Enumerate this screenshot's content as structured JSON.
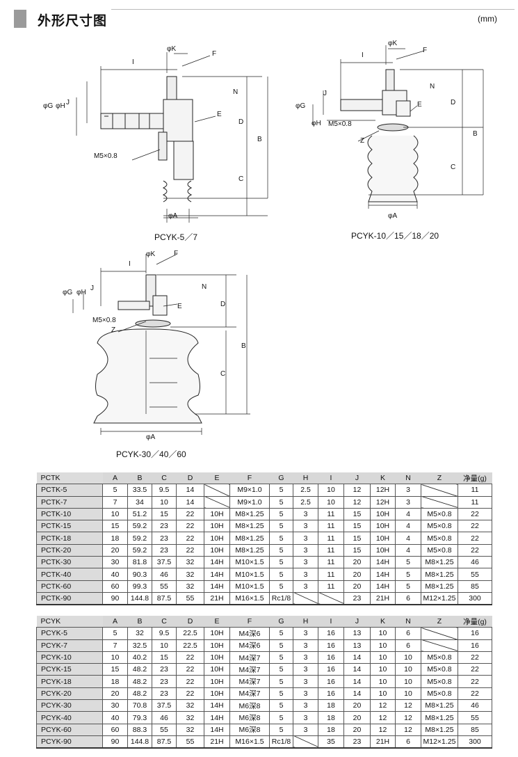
{
  "header": {
    "title": "外形尺寸图",
    "unit": "(mm)"
  },
  "drawings": [
    {
      "caption": "PCYK-5／7",
      "labels": {
        "K": "φK",
        "F": "F",
        "I": "I",
        "N": "N",
        "E": "E",
        "D": "D",
        "B": "B",
        "C": "C",
        "A": "φA",
        "G": "φG",
        "H": "φH",
        "J": "J",
        "M": "M5×0.8"
      }
    },
    {
      "caption": "PCYK-10／15／18／20",
      "labels": {
        "K": "φK",
        "F": "F",
        "I": "I",
        "N": "N",
        "E": "E",
        "D": "D",
        "B": "B",
        "C": "C",
        "A": "φA",
        "G": "φG",
        "H": "φH",
        "J": "J",
        "M": "M5×0.8",
        "Z": "Z"
      }
    },
    {
      "caption": "PCYK-30／40／60",
      "labels": {
        "K": "φK",
        "F": "F",
        "I": "I",
        "N": "N",
        "E": "E",
        "D": "D",
        "B": "B",
        "C": "C",
        "A": "φA",
        "G": "φG",
        "H": "φH",
        "J": "J",
        "M": "M5×0.8",
        "Z": "Z"
      }
    }
  ],
  "tables": [
    {
      "headers": [
        "PCTK",
        "A",
        "B",
        "C",
        "D",
        "E",
        "F",
        "G",
        "H",
        "I",
        "J",
        "K",
        "N",
        "Z",
        "净量(g)"
      ],
      "rows": [
        [
          "PCTK-5",
          "5",
          "33.5",
          "9.5",
          "14",
          "",
          "M9×1.0",
          "5",
          "2.5",
          "10",
          "12",
          "12H",
          "3",
          "",
          "11"
        ],
        [
          "PCTK-7",
          "7",
          "34",
          "10",
          "14",
          "",
          "M9×1.0",
          "5",
          "2.5",
          "10",
          "12",
          "12H",
          "3",
          "",
          "11"
        ],
        [
          "PCTK-10",
          "10",
          "51.2",
          "15",
          "22",
          "10H",
          "M8×1.25",
          "5",
          "3",
          "11",
          "15",
          "10H",
          "4",
          "M5×0.8",
          "22"
        ],
        [
          "PCTK-15",
          "15",
          "59.2",
          "23",
          "22",
          "10H",
          "M8×1.25",
          "5",
          "3",
          "11",
          "15",
          "10H",
          "4",
          "M5×0.8",
          "22"
        ],
        [
          "PCTK-18",
          "18",
          "59.2",
          "23",
          "22",
          "10H",
          "M8×1.25",
          "5",
          "3",
          "11",
          "15",
          "10H",
          "4",
          "M5×0.8",
          "22"
        ],
        [
          "PCTK-20",
          "20",
          "59.2",
          "23",
          "22",
          "10H",
          "M8×1.25",
          "5",
          "3",
          "11",
          "15",
          "10H",
          "4",
          "M5×0.8",
          "22"
        ],
        [
          "PCTK-30",
          "30",
          "81.8",
          "37.5",
          "32",
          "14H",
          "M10×1.5",
          "5",
          "3",
          "11",
          "20",
          "14H",
          "5",
          "M8×1.25",
          "46"
        ],
        [
          "PCTK-40",
          "40",
          "90.3",
          "46",
          "32",
          "14H",
          "M10×1.5",
          "5",
          "3",
          "11",
          "20",
          "14H",
          "5",
          "M8×1.25",
          "55"
        ],
        [
          "PCTK-60",
          "60",
          "99.3",
          "55",
          "32",
          "14H",
          "M10×1.5",
          "5",
          "3",
          "11",
          "20",
          "14H",
          "5",
          "M8×1.25",
          "85"
        ],
        [
          "PCTK-90",
          "90",
          "144.8",
          "87.5",
          "55",
          "21H",
          "M16×1.5",
          "Rc1/8",
          "",
          "",
          "23",
          "21H",
          "6",
          "M12×1.25",
          "300"
        ]
      ]
    },
    {
      "headers": [
        "PCYK",
        "A",
        "B",
        "C",
        "D",
        "E",
        "F",
        "G",
        "H",
        "I",
        "J",
        "K",
        "N",
        "Z",
        "净量(g)"
      ],
      "rows": [
        [
          "PCYK-5",
          "5",
          "32",
          "9.5",
          "22.5",
          "10H",
          "M4深6",
          "5",
          "3",
          "16",
          "13",
          "10",
          "6",
          "",
          "16"
        ],
        [
          "PCYK-7",
          "7",
          "32.5",
          "10",
          "22.5",
          "10H",
          "M4深6",
          "5",
          "3",
          "16",
          "13",
          "10",
          "6",
          "",
          "16"
        ],
        [
          "PCYK-10",
          "10",
          "40.2",
          "15",
          "22",
          "10H",
          "M4深7",
          "5",
          "3",
          "16",
          "14",
          "10",
          "10",
          "M5×0.8",
          "22"
        ],
        [
          "PCYK-15",
          "15",
          "48.2",
          "23",
          "22",
          "10H",
          "M4深7",
          "5",
          "3",
          "16",
          "14",
          "10",
          "10",
          "M5×0.8",
          "22"
        ],
        [
          "PCYK-18",
          "18",
          "48.2",
          "23",
          "22",
          "10H",
          "M4深7",
          "5",
          "3",
          "16",
          "14",
          "10",
          "10",
          "M5×0.8",
          "22"
        ],
        [
          "PCYK-20",
          "20",
          "48.2",
          "23",
          "22",
          "10H",
          "M4深7",
          "5",
          "3",
          "16",
          "14",
          "10",
          "10",
          "M5×0.8",
          "22"
        ],
        [
          "PCYK-30",
          "30",
          "70.8",
          "37.5",
          "32",
          "14H",
          "M6深8",
          "5",
          "3",
          "18",
          "20",
          "12",
          "12",
          "M8×1.25",
          "46"
        ],
        [
          "PCYK-40",
          "40",
          "79.3",
          "46",
          "32",
          "14H",
          "M6深8",
          "5",
          "3",
          "18",
          "20",
          "12",
          "12",
          "M8×1.25",
          "55"
        ],
        [
          "PCYK-60",
          "60",
          "88.3",
          "55",
          "32",
          "14H",
          "M6深8",
          "5",
          "3",
          "18",
          "20",
          "12",
          "12",
          "M8×1.25",
          "85"
        ],
        [
          "PCYK-90",
          "90",
          "144.8",
          "87.5",
          "55",
          "21H",
          "M16×1.5",
          "Rc1/8",
          "",
          "35",
          "23",
          "21H",
          "6",
          "M12×1.25",
          "300"
        ]
      ]
    }
  ]
}
